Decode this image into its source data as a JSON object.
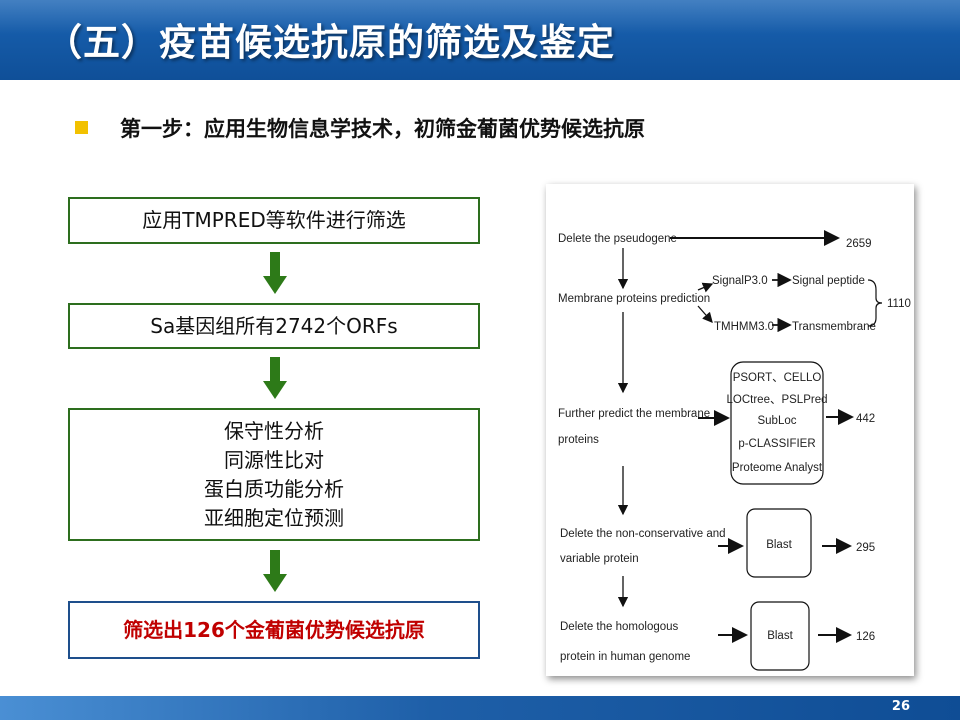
{
  "title": "（五）疫苗候选抗原的筛选及鉴定",
  "subtitle": "第一步：应用生物信息学技术，初筛金葡菌优势候选抗原",
  "flow": {
    "step1": "应用TMPRED等软件进行筛选",
    "step2": "Sa基因组所有2742个ORFs",
    "step3_lines": [
      "保守性分析",
      "同源性比对",
      "蛋白质功能分析",
      "亚细胞定位预测"
    ],
    "result": "筛选出126个金葡菌优势候选抗原"
  },
  "figure": {
    "delete_pseudogene": "Delete the pseudogene",
    "count_2659": "2659",
    "membrane_prediction": "Membrane proteins prediction",
    "signalp": "SignalP3.0",
    "signal_peptide": "Signal peptide",
    "tmhmm": "TMHMM3.0",
    "transmembrane": "Transmembrane",
    "count_1110": "1110",
    "further_predict_1": "Further predict the membrane",
    "further_predict_2": "proteins",
    "tools": [
      "PSORT、CELLO",
      "LOCtree、PSLPred",
      "SubLoc",
      "p-CLASSIFIER",
      "Proteome Analyst"
    ],
    "count_442": "442",
    "nonconservative_1": "Delete the non-conservative and",
    "nonconservative_2": "variable protein",
    "blast1": "Blast",
    "count_295": "295",
    "homologous_1": "Delete the homologous",
    "homologous_2": "protein in human genome",
    "blast2": "Blast",
    "count_126": "126"
  },
  "page_number": "26",
  "colors": {
    "title_bar": "#1257a5",
    "bullet": "#f2c100",
    "flow_border": "#2d6e1e",
    "flow_arrow": "#2d7a18",
    "final_border": "#1e4f8c",
    "final_text": "#c00000"
  }
}
